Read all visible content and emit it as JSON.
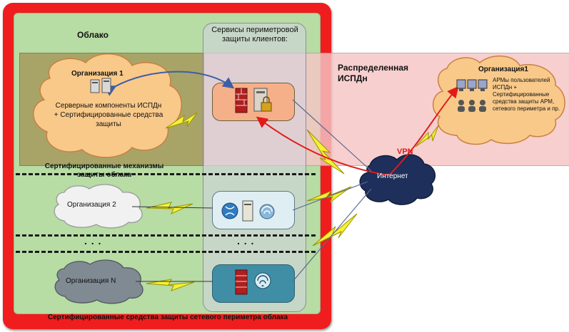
{
  "labels": {
    "cloud_title": "Облако",
    "services_title": "Сервисы периметровой защиты клиентов:",
    "distributed_title": "Распределенная ИСПДн",
    "org1_name": "Организация 1",
    "org1_text": "Серверные компоненты ИСПДн + Сертифицированные средства защиты",
    "cloud_mechanisms": "Сертифицированные механизмы защиты облака",
    "org2": "Организация 2",
    "orgN": "Организация N",
    "dots1": ". . .",
    "dots2": ". . .",
    "internet": "Интернет",
    "vpn": "VPN",
    "remote_org": "Организация1",
    "remote_org_text": "АРМы пользователей ИСПДн + Сертифицированные средства защиты АРМ, сетевого периметра и пр.",
    "bottom_caption": "Сертифицированные средства защиты сетевого периметра облака"
  },
  "colors": {
    "outer_frame": "#ef1d1d",
    "cloud_area": "#b7dca4",
    "services_column": "#d6d3e3",
    "distributed_band": "#f6c5c5",
    "org1_band": "#a69b5e",
    "link_arrow_blue": "#3b5ea8",
    "link_arrow_red": "#e31a1a",
    "lightning": "#f4f233"
  },
  "icons": [
    "server-icon",
    "firewall-icon",
    "server-lock-icon",
    "globe-icon",
    "server-icon",
    "fingerprint-icon",
    "workstations-icon",
    "users-icon"
  ]
}
